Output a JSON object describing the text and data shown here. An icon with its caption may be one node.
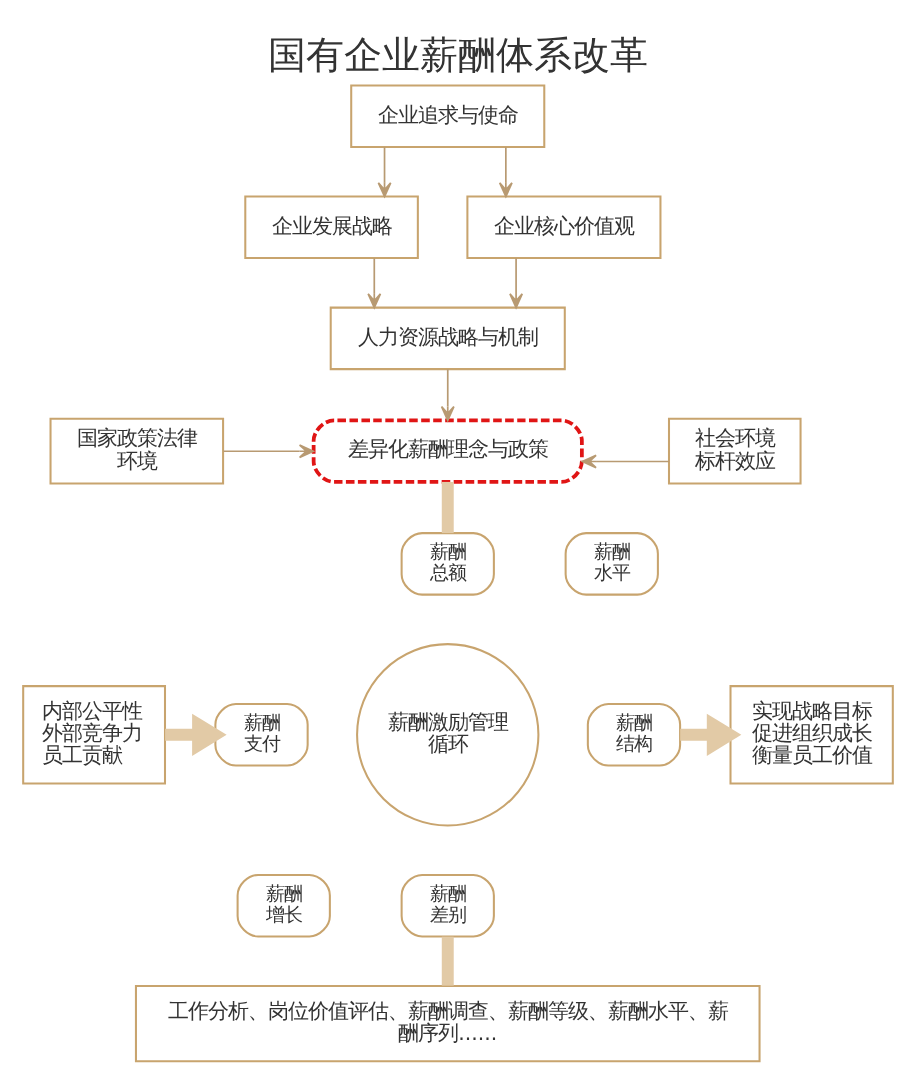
{
  "diagram": {
    "title": "国有企业薪酬体系改革",
    "nodes": [
      {
        "text": [
          "企业追求与使命"
        ]
      },
      {
        "text": [
          "企业发展战略"
        ]
      },
      {
        "text": [
          "企业核心价值观"
        ]
      },
      {
        "text": [
          "人力资源战略与机制"
        ]
      },
      {
        "text": [
          "国家政策法律环境"
        ]
      },
      {
        "text": [
          "差异化薪酬理念与政策"
        ]
      },
      {
        "text": [
          "社会环境",
          "标杆效应"
        ]
      },
      {
        "text": [
          "内部公平性",
          "外部竞争力",
          "员工贡献"
        ]
      },
      {
        "text": [
          "薪酬激励管理循环"
        ]
      },
      {
        "text": [
          "薪酬总额"
        ]
      },
      {
        "text": [
          "薪酬水平"
        ]
      },
      {
        "text": [
          "薪酬结构"
        ]
      },
      {
        "text": [
          "薪酬差别"
        ]
      },
      {
        "text": [
          "薪酬增长"
        ]
      },
      {
        "text": [
          "薪酬支付"
        ]
      },
      {
        "text": [
          "实现战略目标",
          "促进组织成长",
          "衡量员工价值"
        ]
      },
      {
        "text": [
          "工作分析、岗位价值评估、薪酬调查、薪酬等级、薪酬水平、薪酬序列......"
        ]
      }
    ],
    "edges": [
      {
        "from": 0,
        "to": 1,
        "arrow": "to"
      },
      {
        "from": 0,
        "to": 2,
        "arrow": "to"
      },
      {
        "from": 1,
        "to": 3,
        "arrow": "to"
      },
      {
        "from": 2,
        "to": 3,
        "arrow": "to"
      },
      {
        "from": 3,
        "to": 5,
        "arrow": "to"
      },
      {
        "from": 4,
        "to": 5,
        "arrow": "to"
      },
      {
        "from": 6,
        "to": 5,
        "arrow": "to"
      },
      {
        "from": 5,
        "to": 9,
        "arrow": "none",
        "style": "thick",
        "color": "#e2caa6"
      },
      {
        "from": 7,
        "to": 14,
        "arrow": "to",
        "style": "thick",
        "color": "#e2caa6"
      },
      {
        "from": 11,
        "to": 15,
        "arrow": "to",
        "style": "thick",
        "color": "#e2caa6"
      },
      {
        "from": 12,
        "to": 16,
        "arrow": "none",
        "style": "thick",
        "color": "#e2caa6"
      }
    ]
  }
}
